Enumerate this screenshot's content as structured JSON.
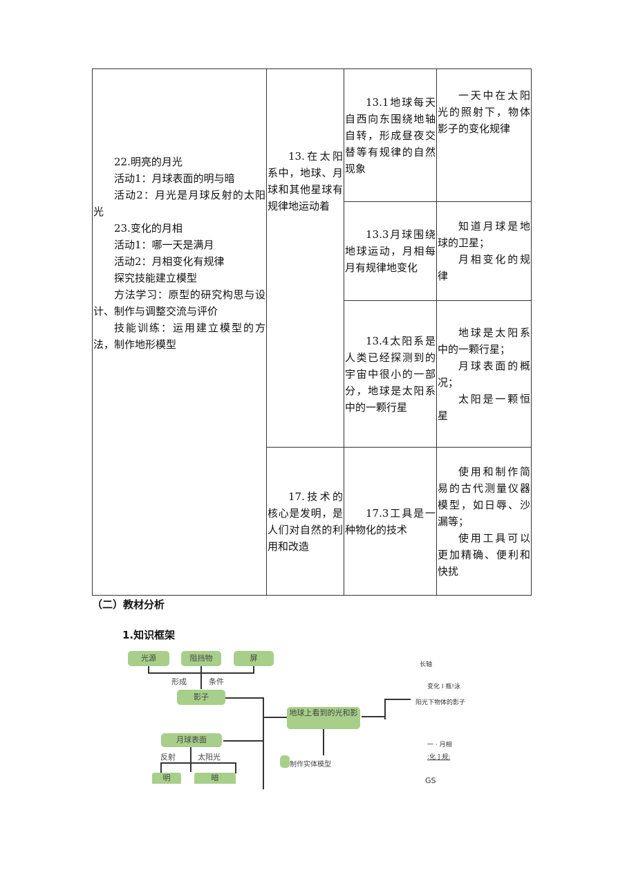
{
  "table": {
    "col1": [
      "22.明亮的月光",
      "活动1：月球表面的明与暗",
      "活动2：月光是月球反射的太阳光",
      "23.变化的月相",
      "活动1：哪一天是满月",
      "活动2：月相变化有规律",
      "探究技能建立模型",
      "方法学习：原型的研究构思与设计、制作与调整交流与评价",
      "技能训练：运用建立模型的方法，制作地形模型"
    ],
    "col2": [
      "13.在太阳系中，地球、月球和其他星球有规律地运动着",
      "17.技术的核心是发明，是人们对自然的利用和改造"
    ],
    "col3": [
      "13.1地球每天自西向东围绕地轴自转，形成昼夜交替等有规律的自然现象",
      "13.3月球围绕地球运动，月相每月有规律地变化",
      "13.4太阳系是人类已经探测到的宇宙中很小的一部分，地球是太阳系中的一颗行星",
      "17.3工具是一种物化的技术"
    ],
    "col4": [
      [
        "一天中在太阳光的照射下，物体影子的变化规律"
      ],
      [
        "知道月球是地球的卫星；",
        "月相变化的规律"
      ],
      [
        "地球是太阳系中的一颗行星；",
        "月球表面的概况；",
        "太阳是一颗恒星"
      ],
      [
        "使用和制作简易的古代测量仪器模型，如日辱、沙漏等；",
        "使用工具可以更加精确、便利和快扰"
      ]
    ]
  },
  "section_heading": "（二）教材分析",
  "sub_heading": "1.知识框架",
  "diagram": {
    "boxes": [
      "光源",
      "阻挡物",
      "屏",
      "影子",
      "月球表面",
      "明",
      "暗",
      "地球上看到的光和影",
      "制作实体模型"
    ],
    "labels": [
      "形成",
      "条件",
      "反射",
      "太阳光"
    ],
    "right_texts": [
      "长轴",
      "变化 I 瓶!泳",
      "阳光下物体的影子",
      "一 · 月相",
      ":化 ] 规:",
      "GS"
    ]
  }
}
